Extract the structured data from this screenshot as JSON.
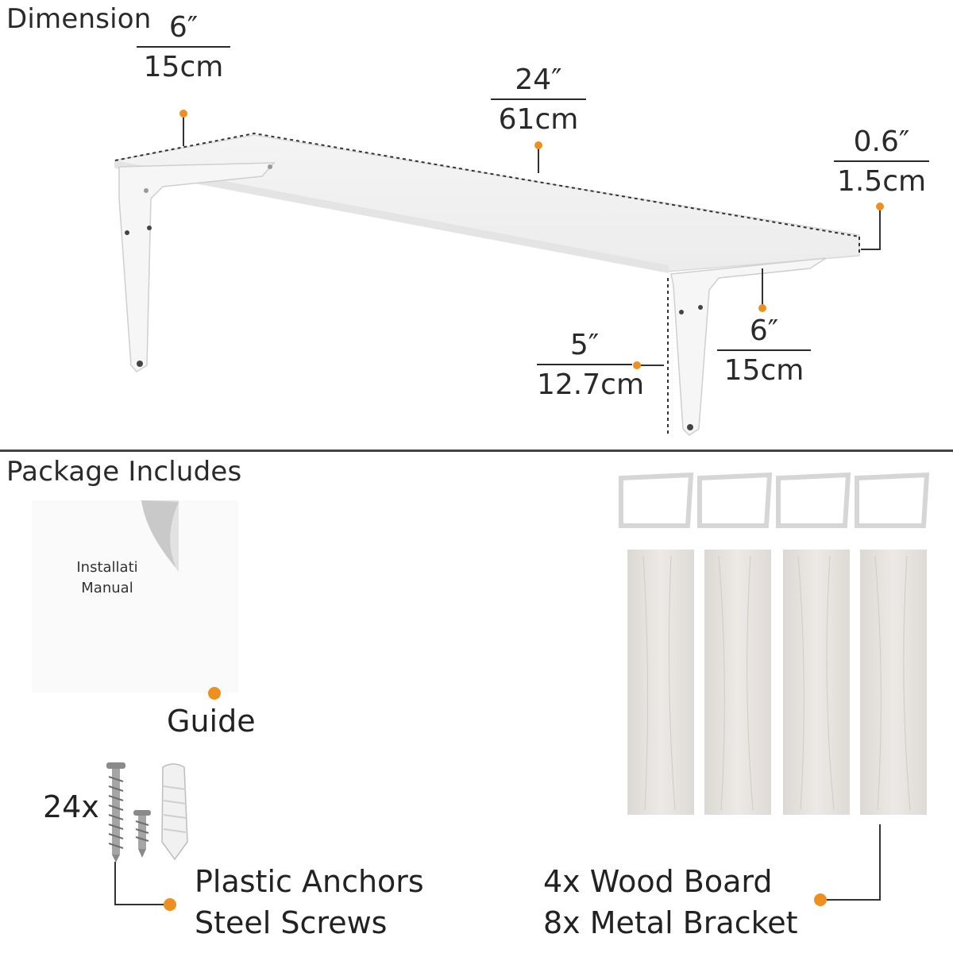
{
  "sections": {
    "dimension_title": "Dimension",
    "package_title": "Package Includes"
  },
  "dimensions": {
    "depth_left": {
      "imperial": "6″",
      "metric": "15cm"
    },
    "length": {
      "imperial": "24″",
      "metric": "61cm"
    },
    "thickness": {
      "imperial": "0.6″",
      "metric": "1.5cm"
    },
    "bracket_height": {
      "imperial": "5″",
      "metric": "12.7cm"
    },
    "depth_right": {
      "imperial": "6″",
      "metric": "15cm"
    }
  },
  "package": {
    "manual_text_line1": "Installati",
    "manual_text_line2": "Manual",
    "guide_label": "Guide",
    "hardware_count": "24x",
    "hardware_line1": "Plastic Anchors",
    "hardware_line2": "Steel Screws",
    "boards_line1": "4x Wood Board",
    "boards_line2": "8x Metal Bracket"
  },
  "colors": {
    "accent_dot": "#ee8f1f",
    "text": "#222222",
    "divider": "#444444",
    "board": "#e6e3df"
  }
}
